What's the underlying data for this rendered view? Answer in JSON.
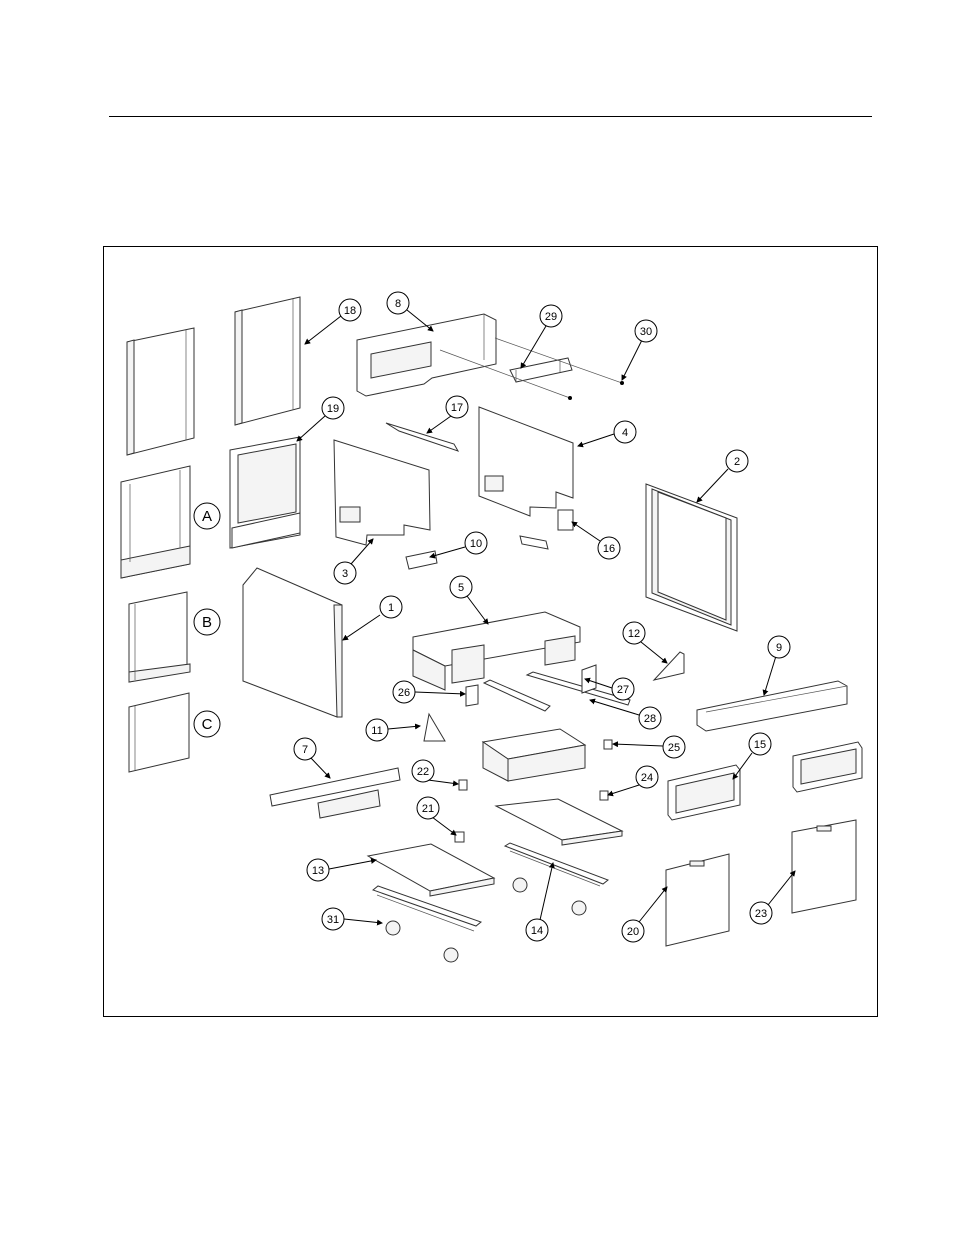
{
  "callouts": [
    "1",
    "2",
    "3",
    "4",
    "5",
    "7",
    "8",
    "9",
    "10",
    "11",
    "12",
    "13",
    "14",
    "15",
    "16",
    "17",
    "18",
    "19",
    "20",
    "21",
    "22",
    "23",
    "24",
    "25",
    "26",
    "27",
    "28",
    "29",
    "30",
    "31"
  ],
  "variants": [
    "A",
    "B",
    "C"
  ]
}
